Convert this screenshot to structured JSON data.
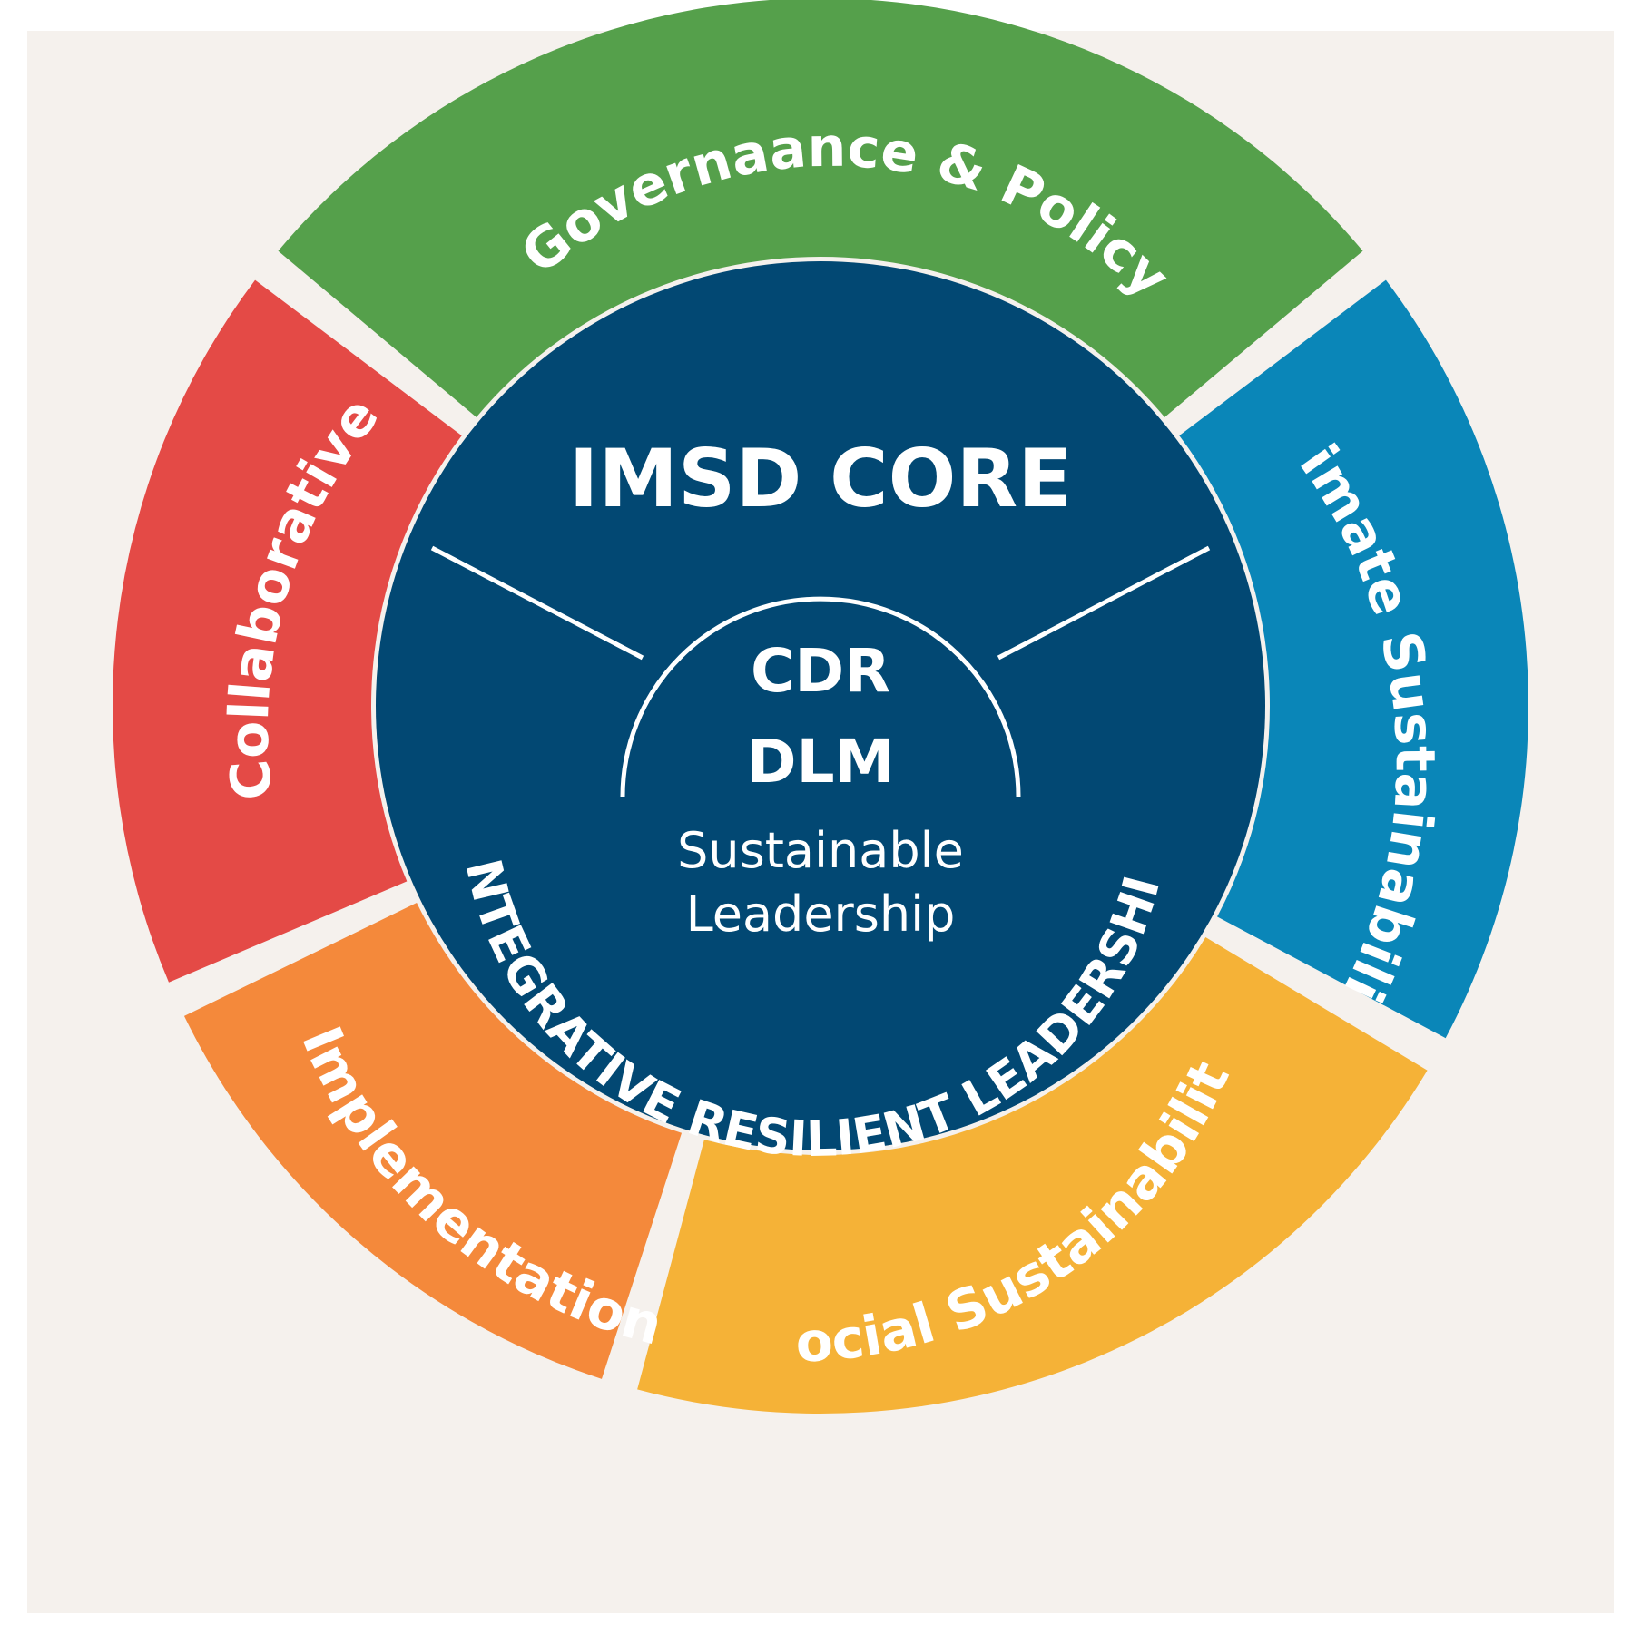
{
  "background_color": "#f5f1ed",
  "segments": [
    {
      "label": "Governaance & Policy",
      "color": "#55a04b"
    },
    {
      "label": "Climate Sustainability",
      "color": "#0a86b8"
    },
    {
      "label": "Social Sustainability",
      "color": "#f5b237"
    },
    {
      "label": "Implementation",
      "color": "#f4893b"
    },
    {
      "label": "Collaborative",
      "color": "#e44a46"
    }
  ],
  "core": {
    "title": "IMSD CORE",
    "color": "#024873",
    "items": [
      "CDR",
      "DLM"
    ],
    "subtitle_lines": [
      "Sustainable",
      "Leadership"
    ],
    "arc_label": "INTEGRATIVE RESILIENT LEADERSHIP"
  }
}
